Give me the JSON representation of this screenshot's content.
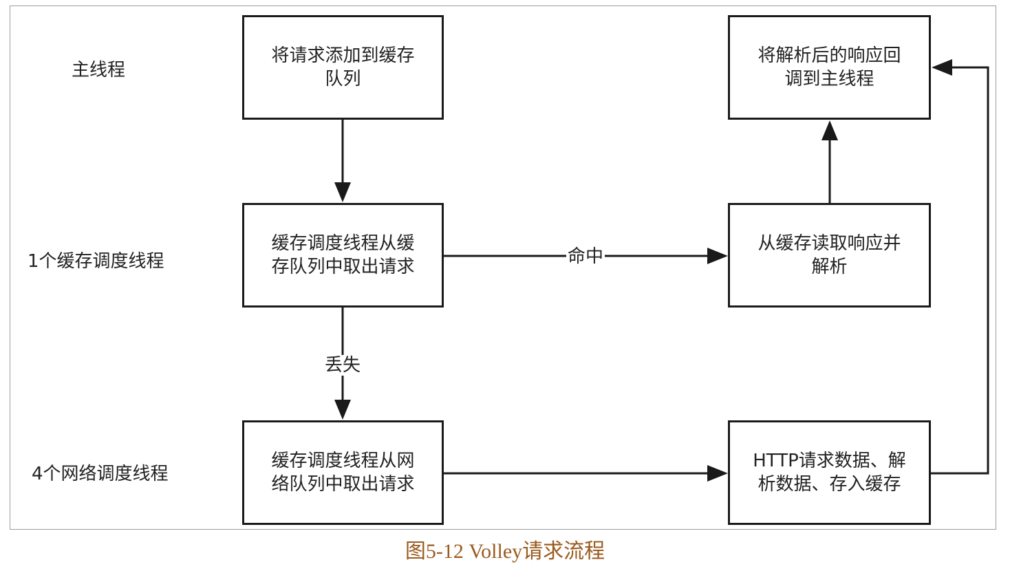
{
  "lanes": {
    "main": "主线程",
    "cache": "1个缓存调度线程",
    "network": "4个网络调度线程"
  },
  "boxes": {
    "add_to_queue": "将请求添加到缓存\n队列",
    "callback_main": "将解析后的响应回\n调到主线程",
    "cache_take": "缓存调度线程从缓\n存队列中取出请求",
    "cache_read": "从缓存读取响应并\n解析",
    "network_take": "缓存调度线程从网\n络队列中取出请求",
    "http_request": "HTTP请求数据、解\n析数据、存入缓存"
  },
  "edges": {
    "hit": "命中",
    "miss": "丢失"
  },
  "caption": "图5-12 Volley请求流程"
}
